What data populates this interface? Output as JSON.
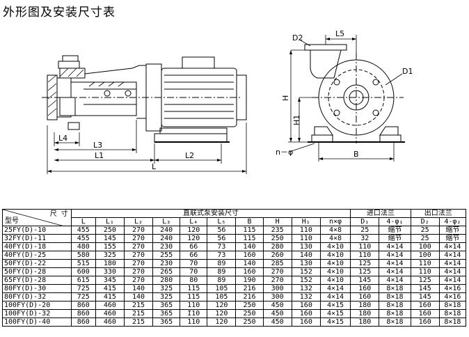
{
  "title": "外形图及安装尺寸表",
  "drawing": {
    "side_labels": {
      "L5": "L5",
      "D2": "D2",
      "D1": "D1",
      "H": "H",
      "H1": "H1",
      "nphi": "n－φ",
      "B": "B"
    },
    "front_labels": {
      "L4": "L4",
      "L3": "L3",
      "L1": "L1",
      "L2": "L2",
      "L": "L"
    }
  },
  "table": {
    "corner_top": "尺 寸",
    "corner_bottom": "型号",
    "group_direct": "直联式泵安装尺寸",
    "group_inlet": "进口法兰",
    "group_outlet": "出口法兰",
    "columns": [
      "L",
      "L₁",
      "L₂",
      "L₃",
      "L₄",
      "L₅",
      "B",
      "H",
      "H₁",
      "n×φ",
      "D₁",
      "4-φ₁",
      "D₂",
      "4-φ₂"
    ],
    "rows": [
      [
        "25FY(D)-10",
        "455",
        "250",
        "270",
        "240",
        "120",
        "56",
        "115",
        "235",
        "110",
        "4×8",
        "25",
        "缩节",
        "25",
        "缩节"
      ],
      [
        "32FY(D)-11",
        "455",
        "145",
        "270",
        "240",
        "120",
        "56",
        "115",
        "250",
        "110",
        "4×8",
        "32",
        "缩节",
        "25",
        "缩节"
      ],
      [
        "40FY(D)-18",
        "480",
        "155",
        "270",
        "230",
        "66",
        "73",
        "140",
        "280",
        "130",
        "4×10",
        "110",
        "4×14",
        "100",
        "4×14"
      ],
      [
        "40FY(D)-25",
        "580",
        "325",
        "270",
        "255",
        "66",
        "73",
        "160",
        "260",
        "140",
        "4×10",
        "110",
        "4×14",
        "100",
        "4×14"
      ],
      [
        "50FY(D)-22",
        "515",
        "180",
        "270",
        "230",
        "70",
        "89",
        "140",
        "285",
        "130",
        "4×10",
        "125",
        "4×14",
        "110",
        "4×14"
      ],
      [
        "50FY(D)-28",
        "600",
        "330",
        "270",
        "265",
        "70",
        "89",
        "160",
        "270",
        "152",
        "4×10",
        "125",
        "4×14",
        "110",
        "4×14"
      ],
      [
        "65FY(D)-28",
        "615",
        "345",
        "270",
        "280",
        "80",
        "89",
        "190",
        "270",
        "152",
        "4×10",
        "145",
        "4×14",
        "125",
        "4×14"
      ],
      [
        "80FY(D)-30",
        "725",
        "415",
        "140",
        "325",
        "115",
        "105",
        "216",
        "300",
        "132",
        "4×14",
        "160",
        "8×18",
        "145",
        "4×16"
      ],
      [
        "80FY(D)-32",
        "725",
        "415",
        "140",
        "325",
        "115",
        "105",
        "216",
        "300",
        "132",
        "4×14",
        "160",
        "8×18",
        "145",
        "4×16"
      ],
      [
        "100FY(D)-20",
        "860",
        "460",
        "215",
        "365",
        "110",
        "120",
        "250",
        "450",
        "160",
        "4×15",
        "180",
        "8×18",
        "160",
        "8×18"
      ],
      [
        "100FY(D)-32",
        "860",
        "460",
        "215",
        "365",
        "I10",
        "120",
        "250",
        "450",
        "160",
        "4×15",
        "180",
        "8×18",
        "160",
        "8×18"
      ],
      [
        "100FY(D)-40",
        "860",
        "460",
        "215",
        "365",
        "110",
        "120",
        "250",
        "450",
        "160",
        "4×15",
        "180",
        "8×18",
        "160",
        "8×18"
      ]
    ]
  }
}
